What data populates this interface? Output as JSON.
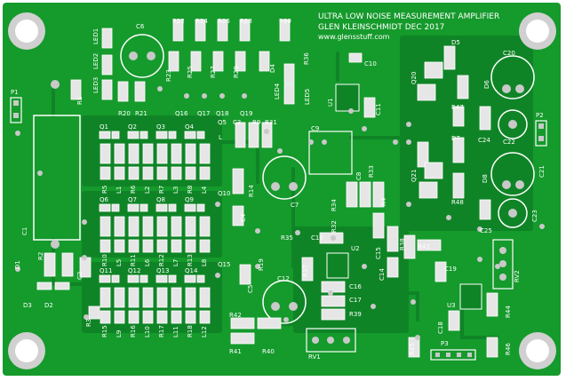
{
  "board": {
    "title_lines": [
      "ULTRA LOW NOISE MEASUREMENT AMPLIFIER",
      "GLEN KLEINSCHMIDT DEC 2017",
      "www.glensstuff.com"
    ],
    "colors": {
      "background": "#ffffff",
      "soldermask": "#159a2c",
      "copper": "#0f8426",
      "silkscreen": "#ffffff",
      "pad": "#c9c9c9",
      "smd": "#e6e6e6",
      "mounting_ring": "#d0d0d0"
    }
  },
  "labels": {
    "electrolytics": [
      "C6",
      "C7",
      "C12",
      "C20",
      "C21",
      "C22",
      "C23"
    ],
    "misc": [
      "C1",
      "C2",
      "C3",
      "C4",
      "C5",
      "C8",
      "C9",
      "C10",
      "C11",
      "C13",
      "C14",
      "C15",
      "C16",
      "C17",
      "C18",
      "C19",
      "C24",
      "C25",
      "R1",
      "R2",
      "R3",
      "R4",
      "R14",
      "R19",
      "R20",
      "R21",
      "R22",
      "R23",
      "R24",
      "R25",
      "R26",
      "R27",
      "R28",
      "R29",
      "R30",
      "R31",
      "R32",
      "R33",
      "R34",
      "R35",
      "R36",
      "R37",
      "R38",
      "R39",
      "R40",
      "R41",
      "R42",
      "R43",
      "R44",
      "R45",
      "R46",
      "R47",
      "R48",
      "R9",
      "LED1",
      "LED2",
      "LED3",
      "LED4",
      "LED5",
      "D1",
      "D2",
      "D3",
      "D4",
      "D5",
      "D6",
      "D7",
      "D8",
      "Q5",
      "Q10",
      "Q15",
      "Q16",
      "Q17",
      "Q18",
      "Q19",
      "Q20",
      "Q21",
      "U1",
      "U2",
      "U3",
      "P1",
      "P2",
      "P3",
      "RV1",
      "RV2",
      "L1",
      "L2",
      "L3",
      "L4",
      "L5",
      "L6",
      "L7",
      "L8",
      "L9",
      "L10",
      "L11",
      "L12"
    ],
    "row1_q": [
      "Q1",
      "Q2",
      "Q3",
      "Q4"
    ],
    "row1_r": [
      "R5",
      "L1",
      "R6",
      "L2",
      "R7",
      "L3",
      "R8",
      "L4"
    ],
    "row2_q": [
      "Q6",
      "Q7",
      "Q8",
      "Q9"
    ],
    "row2_r": [
      "R10",
      "L5",
      "R11",
      "L6",
      "R12",
      "L7",
      "R13",
      "L8"
    ],
    "row3_q": [
      "Q11",
      "Q12",
      "Q13",
      "Q14"
    ],
    "row3_r": [
      "R15",
      "L9",
      "R16",
      "L10",
      "R17",
      "L11",
      "R18",
      "L12"
    ]
  }
}
